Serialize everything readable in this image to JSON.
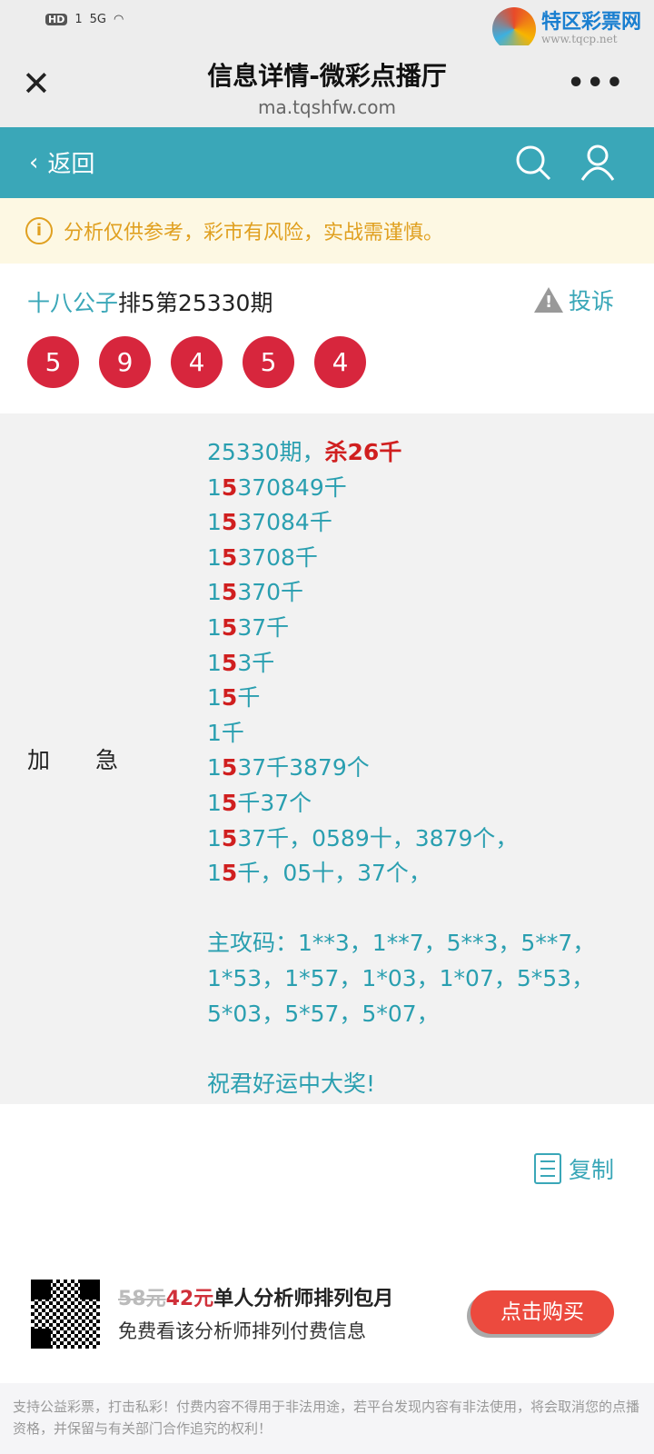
{
  "status_bar": {
    "hd": "HD",
    "sim": "1",
    "net": "5G"
  },
  "watermark": {
    "name": "特区彩票网",
    "url": "www.tqcp.net"
  },
  "title_bar": {
    "title": "信息详情-微彩点播厅",
    "url": "ma.tqshfw.com",
    "more": "•••"
  },
  "nav": {
    "back_label": "返回",
    "icons": [
      "search-icon",
      "user-icon"
    ]
  },
  "notice": {
    "text": "分析仅供参考，彩市有风险，实战需谨慎。",
    "icon": "info-icon"
  },
  "header": {
    "analyst": "十八公子",
    "issue": "排5第25330期",
    "complain": "投诉",
    "balls": [
      "5",
      "9",
      "4",
      "5",
      "4"
    ]
  },
  "content": {
    "label": "加急",
    "lines": [
      [
        {
          "t": "25330期，"
        },
        {
          "t": "杀26千",
          "red": true
        }
      ],
      [
        {
          "t": "1"
        },
        {
          "t": "5",
          "red": true
        },
        {
          "t": "370849千"
        }
      ],
      [
        {
          "t": "1"
        },
        {
          "t": "5",
          "red": true
        },
        {
          "t": "37084千"
        }
      ],
      [
        {
          "t": "1"
        },
        {
          "t": "5",
          "red": true
        },
        {
          "t": "3708千"
        }
      ],
      [
        {
          "t": "1"
        },
        {
          "t": "5",
          "red": true
        },
        {
          "t": "370千"
        }
      ],
      [
        {
          "t": "1"
        },
        {
          "t": "5",
          "red": true
        },
        {
          "t": "37千"
        }
      ],
      [
        {
          "t": "1"
        },
        {
          "t": "5",
          "red": true
        },
        {
          "t": "3千"
        }
      ],
      [
        {
          "t": "1"
        },
        {
          "t": "5",
          "red": true
        },
        {
          "t": "千"
        }
      ],
      [
        {
          "t": "1千"
        }
      ],
      [
        {
          "t": "1"
        },
        {
          "t": "5",
          "red": true
        },
        {
          "t": "37千3879个"
        }
      ],
      [
        {
          "t": "1"
        },
        {
          "t": "5",
          "red": true
        },
        {
          "t": "千37个"
        }
      ],
      [
        {
          "t": "1"
        },
        {
          "t": "5",
          "red": true
        },
        {
          "t": "37千，0589十，3879个，"
        }
      ],
      [
        {
          "t": "1"
        },
        {
          "t": "5",
          "red": true
        },
        {
          "t": "千，05十，37个，"
        }
      ],
      [],
      [
        {
          "t": "主攻码：1**3，1**7，5**3，5**7，"
        }
      ],
      [
        {
          "t": "1*53，1*57，1*03，1*07，5*53，"
        }
      ],
      [
        {
          "t": "5*03，5*57，5*07，"
        }
      ],
      [],
      [
        {
          "t": "祝君好运中大奖!"
        }
      ]
    ]
  },
  "copy_label": "复制",
  "ad": {
    "old_price": "58元",
    "new_price": "42元",
    "title": "单人分析师排列包月",
    "subtitle": "免费看该分析师排列付费信息",
    "buy": "点击购买"
  },
  "footer": "支持公益彩票，打击私彩！付费内容不得用于非法用途，若平台发现内容有非法使用，将会取消您的点播资格，并保留与有关部门合作追究的权利！",
  "colors": {
    "accent": "#3aa7b8",
    "ball": "#d7263d",
    "highlight": "#d01f1f",
    "buy": "#ec4a3e"
  }
}
